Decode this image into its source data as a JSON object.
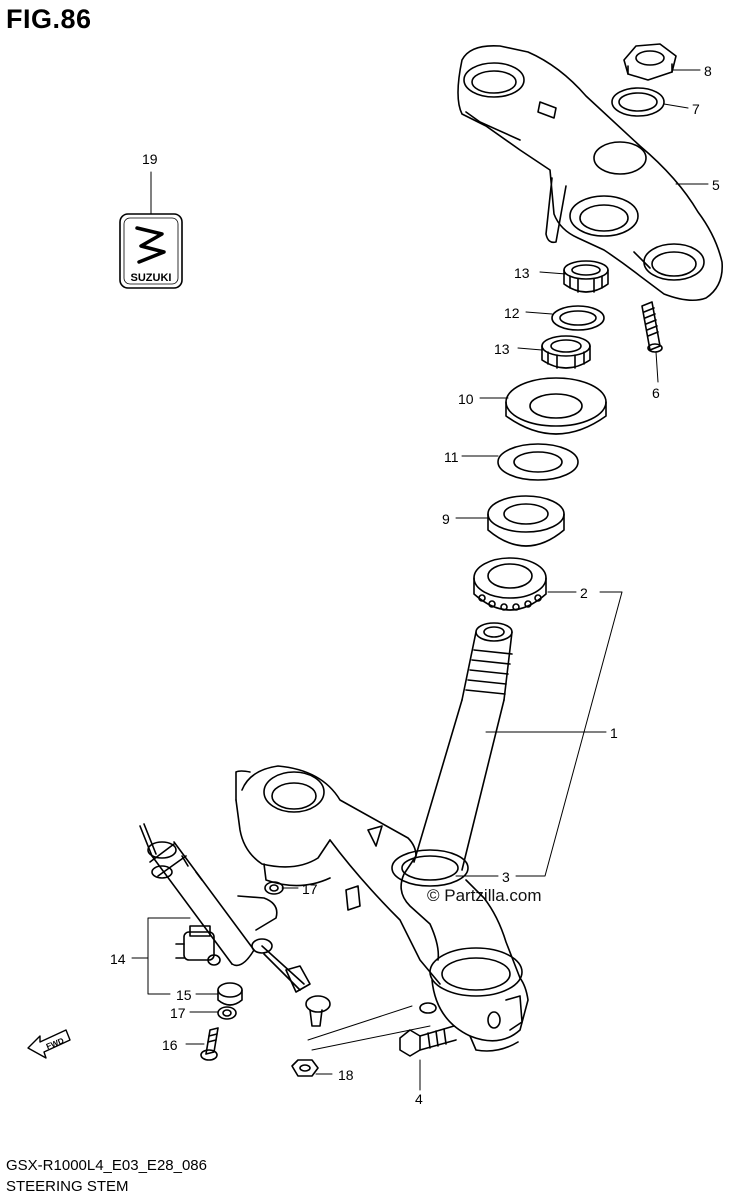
{
  "figure": {
    "title": "FIG.86",
    "model_code": "GSX-R1000L4_E03_E28_086",
    "caption": "STEERING STEM",
    "watermark": "© Partzilla.com",
    "badge_text": "SUZUKI",
    "fwd_text": "FWD"
  },
  "callouts": [
    "1",
    "2",
    "3",
    "4",
    "5",
    "6",
    "7",
    "8",
    "9",
    "10",
    "11",
    "12",
    "13",
    "13",
    "14",
    "15",
    "16",
    "17",
    "17",
    "18",
    "19"
  ],
  "colors": {
    "line": "#000000",
    "background": "#ffffff"
  }
}
